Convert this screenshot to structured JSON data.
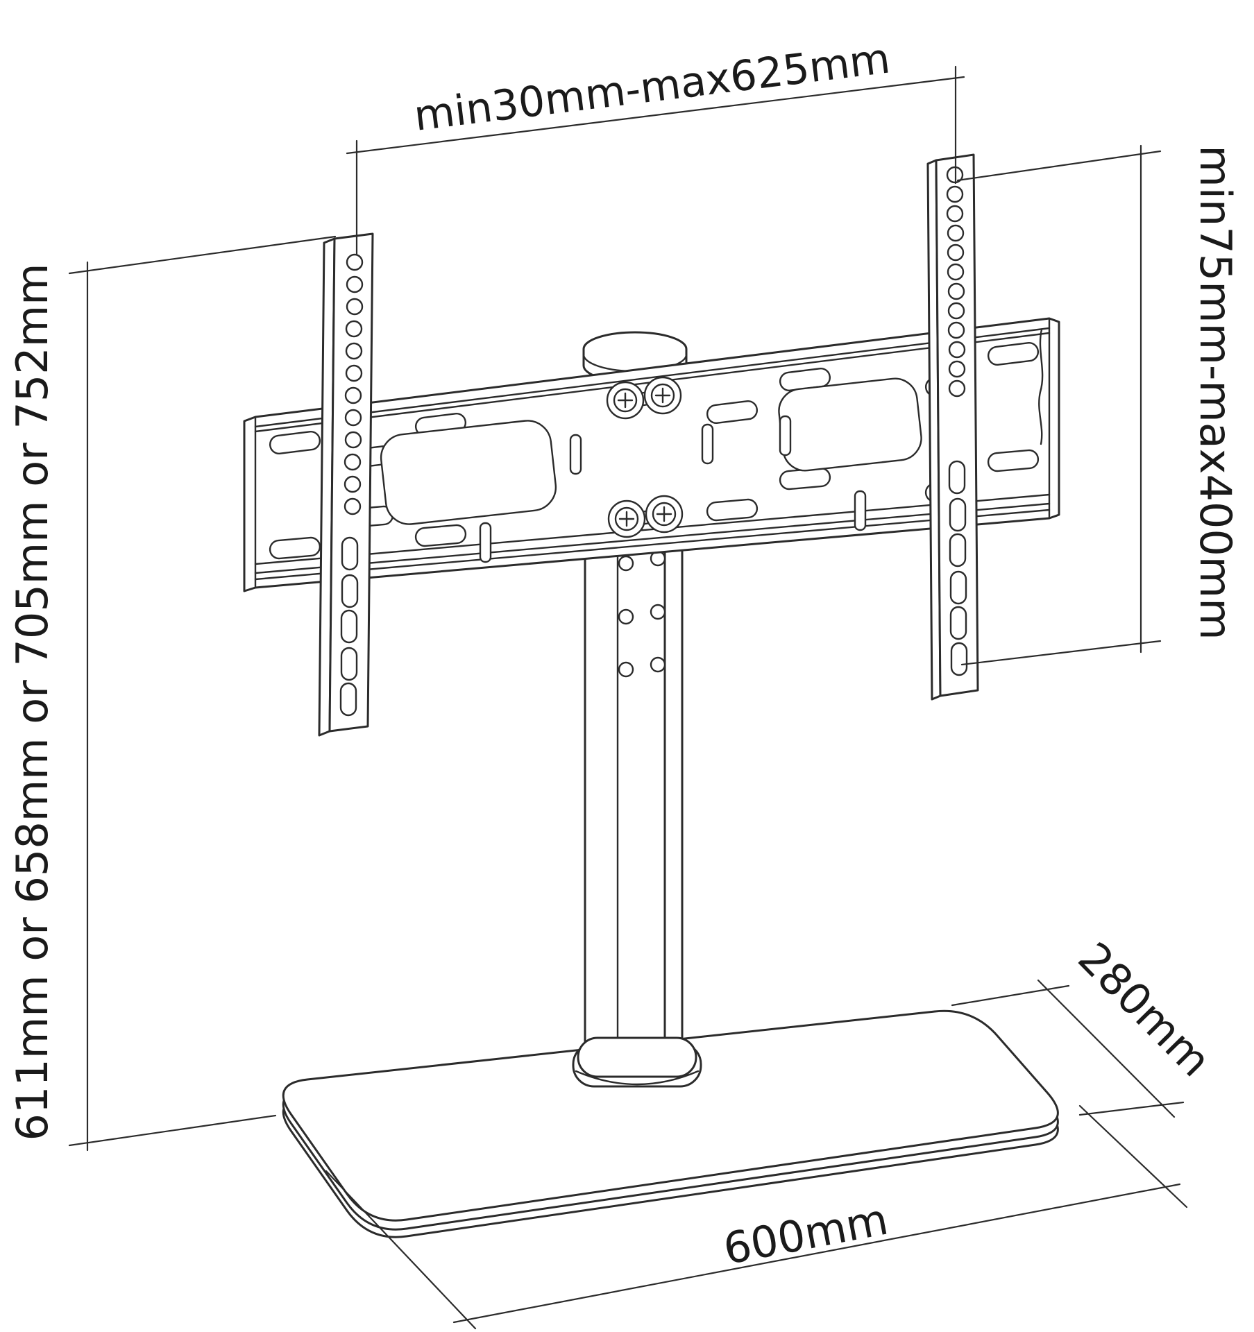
{
  "diagram": {
    "type": "technical-drawing",
    "subject": "tabletop-tv-stand-with-vesa-bracket",
    "background": "#ffffff",
    "line_color": "#2b2b2b",
    "text_color": "#1a1a1a",
    "labels": {
      "top_width": "min30mm-max625mm",
      "right_height": "min75mm-max400mm",
      "left_height": "611mm or 658mm or 705mm or 752mm",
      "base_depth": "280mm",
      "base_width": "600mm"
    }
  }
}
